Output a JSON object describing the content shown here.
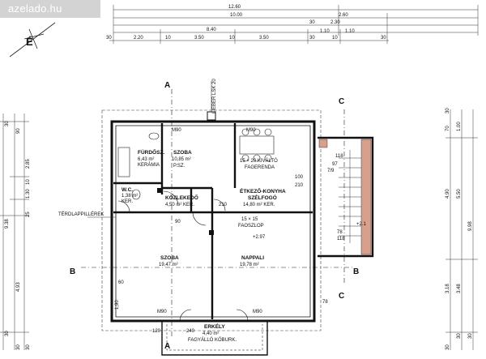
{
  "watermark": "azelado.hu",
  "compass_letter": "É",
  "section_markers": {
    "a_top": "A",
    "a_bottom": "A",
    "b_left": "B",
    "b_right": "B",
    "c_top": "C",
    "c_bottom": "C"
  },
  "top_dims": {
    "row1": "12.60",
    "row2_a": "10.00",
    "row2_b": "2.60",
    "row3_a": "8.40",
    "row3_b": "2.30",
    "row3_c": "30",
    "row4": [
      "30",
      "2.20",
      "10",
      "3.50",
      "10",
      "3.50",
      "30",
      "1.10",
      "10",
      "1.10",
      "30"
    ]
  },
  "left_dims": [
    "9.38",
    "4.93",
    "90",
    "1.30",
    "10",
    "2.85",
    "30",
    "25",
    "30",
    "30",
    "30"
  ],
  "right_dims": [
    "5.50",
    "4.90",
    "9.98",
    "3.48",
    "3.18",
    "1.00",
    "70",
    "30",
    "30",
    "30",
    "30"
  ],
  "rooms": {
    "furdo": {
      "name": "FÜRDŐSZ.",
      "area": "6,43 m²",
      "floor": "KERÁMIA"
    },
    "szoba1": {
      "name": "SZOBA",
      "area": "10,85 m²",
      "floor": "P.SZ."
    },
    "wc": {
      "name": "W.C.",
      "area": "1,38 m²",
      "floor": "KER."
    },
    "kozlekedo": {
      "name": "KÖZLEKEDŐ",
      "area": "4,50 m² KER."
    },
    "etkezo": {
      "name": "ÉTKEZŐ-KONYHA",
      "sub": "SZÉLFOGÓ",
      "area": "14,80 m² KER."
    },
    "szoba2": {
      "name": "SZOBA",
      "area": "19,47 m²"
    },
    "nappali": {
      "name": "NAPPALI",
      "area": "19,78 m²"
    },
    "erkely": {
      "name": "ERKÉLY",
      "area": "4,40 m²",
      "floor": "FAGYÁLLÓ KŐBURK."
    }
  },
  "labels": {
    "lieber": "LIEBER LSK 20",
    "terdlap": "TÉRDLAPPILLÉREK",
    "kivalto": "15 × 20 KIVÁLTÓ",
    "fagerenda": "FAGERENDA",
    "faoszlop_a": "15 × 15",
    "faoszlop_b": "FAOSZLOP",
    "level": "+2.97",
    "level2": "+2.1",
    "m90": "M90",
    "stair_top": "7/9",
    "stair_n1": "118",
    "stair_n2": "78",
    "stair_n3": "118",
    "stair_n4": "78",
    "n100": "100",
    "n210": "210",
    "n90": "90",
    "n60": "60",
    "n120": "120",
    "n240": "240",
    "n190": "1,90",
    "n97": "97"
  }
}
